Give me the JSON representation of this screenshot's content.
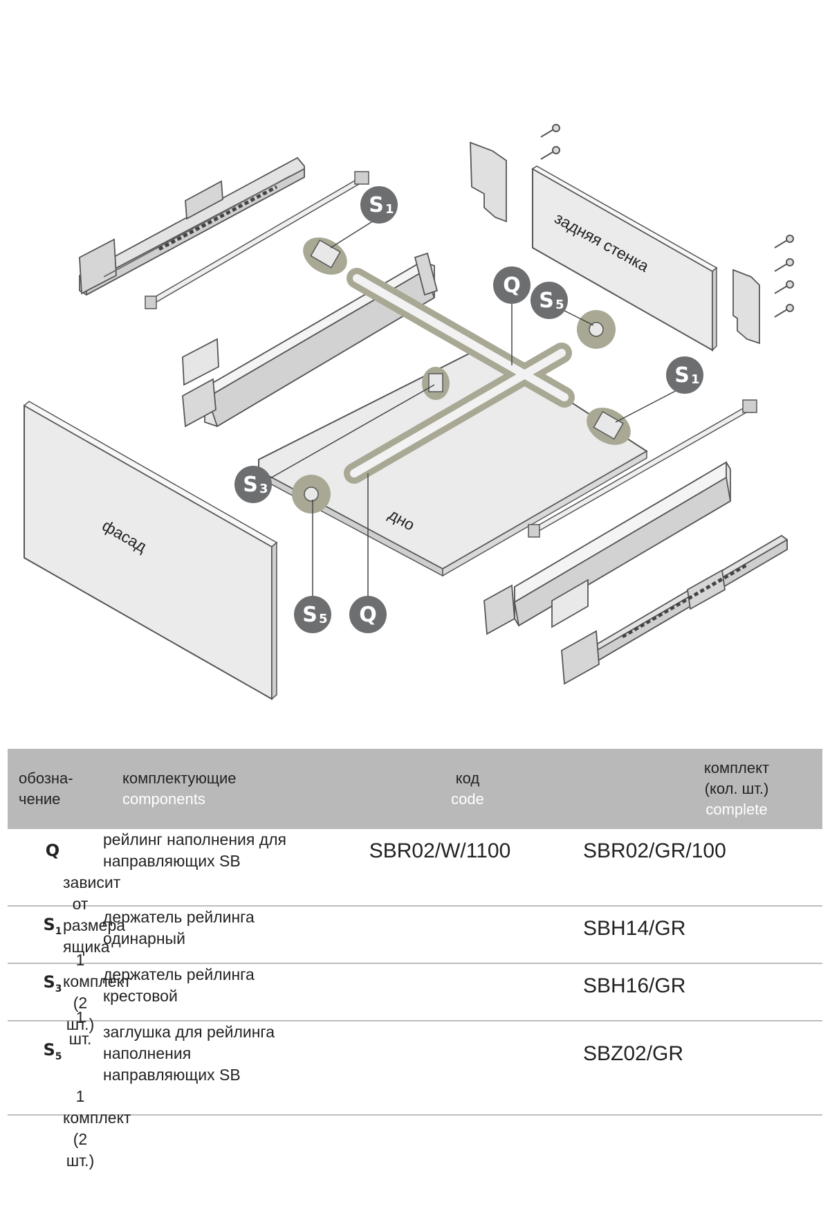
{
  "diagram": {
    "labels": {
      "back_wall": "задняя стенка",
      "facade": "фасад",
      "bottom": "дно"
    },
    "badges": [
      {
        "id": "S1",
        "letter": "S",
        "sub": "1"
      },
      {
        "id": "Q",
        "letter": "Q",
        "sub": ""
      },
      {
        "id": "S5",
        "letter": "S",
        "sub": "5"
      },
      {
        "id": "S1b",
        "letter": "S",
        "sub": "1"
      },
      {
        "id": "S3",
        "letter": "S",
        "sub": "3"
      },
      {
        "id": "S5b",
        "letter": "S",
        "sub": "5"
      },
      {
        "id": "Qb",
        "letter": "Q",
        "sub": ""
      }
    ],
    "colors": {
      "highlight": "#a8a894",
      "badge": "#6d6e70",
      "line": "#444444",
      "panel": "#ebebeb"
    }
  },
  "table": {
    "headers": {
      "designation": "обозна-\nчение",
      "components_ru": "комплектующие",
      "components_en": "components",
      "code_ru": "код",
      "code_en": "code",
      "complete_ru": "комплект\n(кол. шт.)",
      "complete_en": "complete"
    },
    "rows": [
      {
        "des": "Q",
        "sub": "",
        "name": "рейлинг наполнения для направляющих SB",
        "code1": "SBR02/W/1100",
        "code2": "SBR02/GR/100",
        "qty": "зависит от размера ящика"
      },
      {
        "des": "S",
        "sub": "1",
        "name": "держатель рейлинга одинарный",
        "code1": "",
        "code2": "SBH14/GR",
        "qty": "1 комплект (2 шт.)"
      },
      {
        "des": "S",
        "sub": "3",
        "name": "держатель рейлинга крестовой",
        "code1": "",
        "code2": "SBH16/GR",
        "qty": "1 шт."
      },
      {
        "des": "S",
        "sub": "5",
        "name": "заглушка для рейлинга наполнения направляющих SB",
        "code1": "",
        "code2": "SBZ02/GR",
        "qty": "1 комплект (2 шт.)"
      }
    ]
  }
}
